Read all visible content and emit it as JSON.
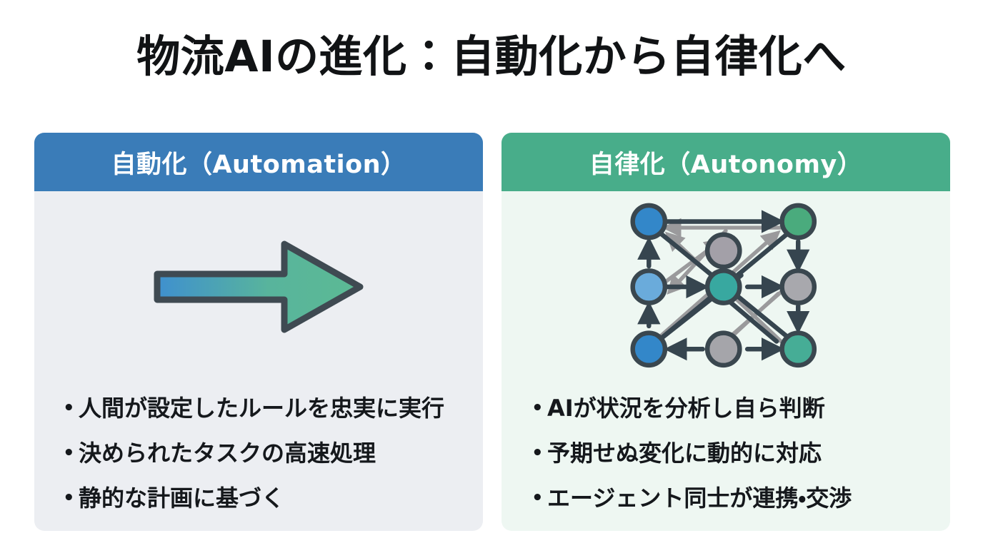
{
  "slide": {
    "title": "物流AIの進化：自動化から自律化へ",
    "background": "#ffffff"
  },
  "panels": [
    {
      "id": "automation",
      "header": "自動化（Automation）",
      "header_color": "#3a7cb8",
      "body_color": "#eceef2",
      "visual": "right-arrow-gradient",
      "bullet_marker": "•",
      "bullets": [
        "人間が設定したルールを忠実に実行",
        "決められたタスクの高速処理",
        "静的な計画に基づく"
      ]
    },
    {
      "id": "autonomy",
      "header": "自律化（Autonomy）",
      "header_color": "#48ad8a",
      "body_color": "#eef7f2",
      "visual": "agent-network-graph",
      "bullet_marker": "•",
      "bullets": [
        "AIが状況を分析し自ら判断",
        "予期せぬ変化に動的に対応",
        "エージェント同士が連携・交渉"
      ]
    }
  ],
  "arrow_graphic": {
    "name": "right-arrow-gradient",
    "gradient_start": "#3f90cf",
    "gradient_end": "#5cba94",
    "outline": "#3f4a52"
  },
  "network_graphic": {
    "name": "agent-network-graph",
    "node_border": "#3a474f",
    "edge_dark": "#36454f",
    "edge_light": "#9a9a9c",
    "nodes": [
      {
        "id": "n1",
        "row": 0,
        "col": 0,
        "color": "#3387c9",
        "label": ""
      },
      {
        "id": "n2",
        "row": 0,
        "col": 1,
        "color": "#a3a0a8",
        "label": ""
      },
      {
        "id": "n3",
        "row": 0,
        "col": 2,
        "color": "#4aab7d",
        "label": ""
      },
      {
        "id": "n4",
        "row": 1,
        "col": 0,
        "color": "#6aabdb",
        "label": ""
      },
      {
        "id": "n5",
        "row": 1,
        "col": 1,
        "color": "#38a8a0",
        "label": ""
      },
      {
        "id": "n6",
        "row": 1,
        "col": 2,
        "color": "#a8a8ad",
        "label": ""
      },
      {
        "id": "n7",
        "row": 2,
        "col": 0,
        "color": "#3387c9",
        "label": ""
      },
      {
        "id": "n8",
        "row": 2,
        "col": 1,
        "color": "#a5a5aa",
        "label": ""
      },
      {
        "id": "n9",
        "row": 2,
        "col": 2,
        "color": "#46ad96",
        "label": ""
      }
    ]
  }
}
